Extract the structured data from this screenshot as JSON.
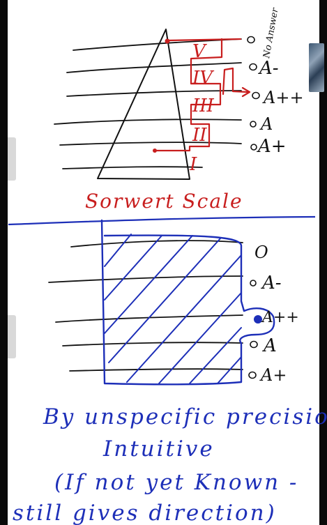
{
  "colors": {
    "ink_blue": "#1d2fb8",
    "ink_black": "#111111",
    "ink_red": "#c81e1e"
  },
  "top_diagram": {
    "roman_labels": [
      "V",
      "IV",
      "III",
      "II",
      "I"
    ],
    "options": [
      "No Answer",
      "A-",
      "A++",
      "A",
      "A+"
    ]
  },
  "scale_caption": "Sorwert Scale",
  "bottom_diagram": {
    "options": [
      "O",
      "A-",
      "A++",
      "A",
      "A+"
    ]
  },
  "notes": {
    "line1": "By unspecific precision",
    "line2": "Intuitive",
    "line3": "(If not yet Known -",
    "line4": "still gives direction)"
  }
}
